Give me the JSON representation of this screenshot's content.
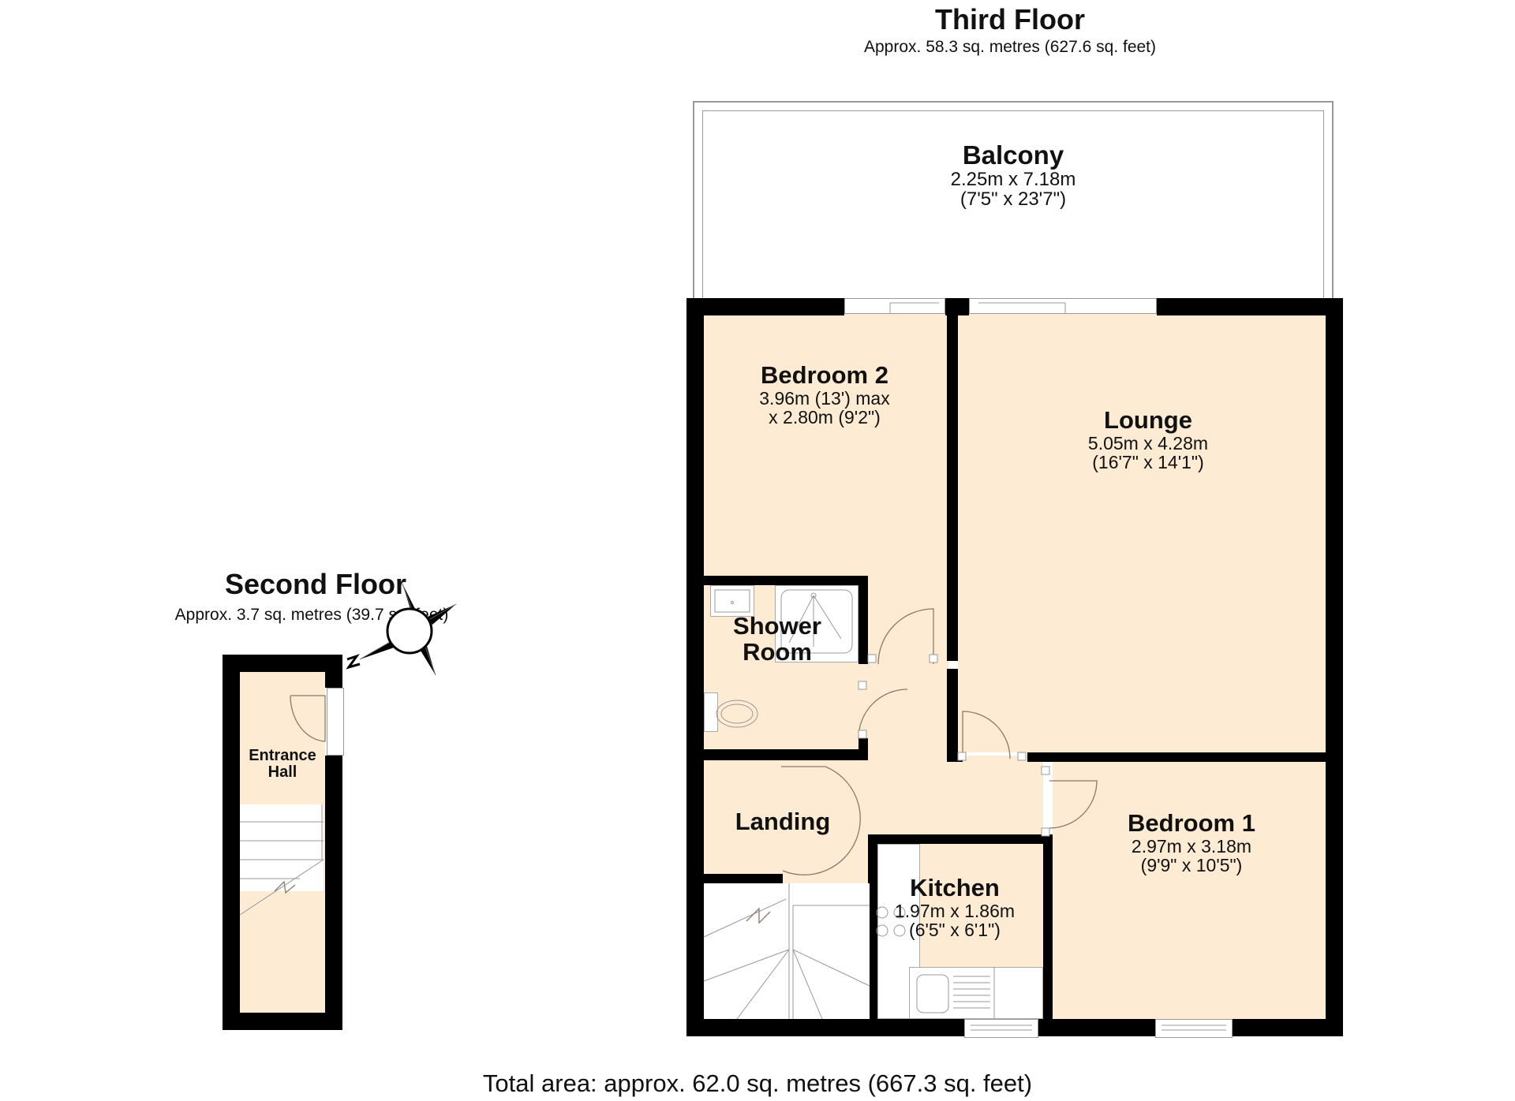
{
  "third_floor": {
    "title": "Third Floor",
    "area": "Approx. 58.3 sq. metres (627.6 sq. feet)",
    "rooms": {
      "balcony": {
        "name": "Balcony",
        "dim1": "2.25m x 7.18m",
        "dim2": "(7'5\" x 23'7\")"
      },
      "bedroom2": {
        "name": "Bedroom 2",
        "dim1": "3.96m (13') max",
        "dim2": "x 2.80m (9'2\")"
      },
      "lounge": {
        "name": "Lounge",
        "dim1": "5.05m x 4.28m",
        "dim2": "(16'7\" x 14'1\")"
      },
      "shower_room": {
        "name1": "Shower",
        "name2": "Room"
      },
      "landing": {
        "name": "Landing"
      },
      "kitchen": {
        "name": "Kitchen",
        "dim1": "1.97m x 1.86m",
        "dim2": "(6'5\" x 6'1\")"
      },
      "bedroom1": {
        "name": "Bedroom 1",
        "dim1": "2.97m x 3.18m",
        "dim2": "(9'9\" x 10'5\")"
      }
    }
  },
  "second_floor": {
    "title": "Second Floor",
    "area": "Approx. 3.7 sq. metres (39.7 sq. feet)",
    "rooms": {
      "entrance_hall": {
        "name1": "Entrance",
        "name2": "Hall"
      }
    }
  },
  "compass": {
    "north_label": "N",
    "icon": "compass-rose-icon"
  },
  "footer": {
    "total_area": "Total area: approx. 62.0 sq. metres (667.3 sq. feet)"
  },
  "colors": {
    "room_fill": "#FDEBD3",
    "wall": "#000000",
    "fixture": "#FFFFFF"
  }
}
